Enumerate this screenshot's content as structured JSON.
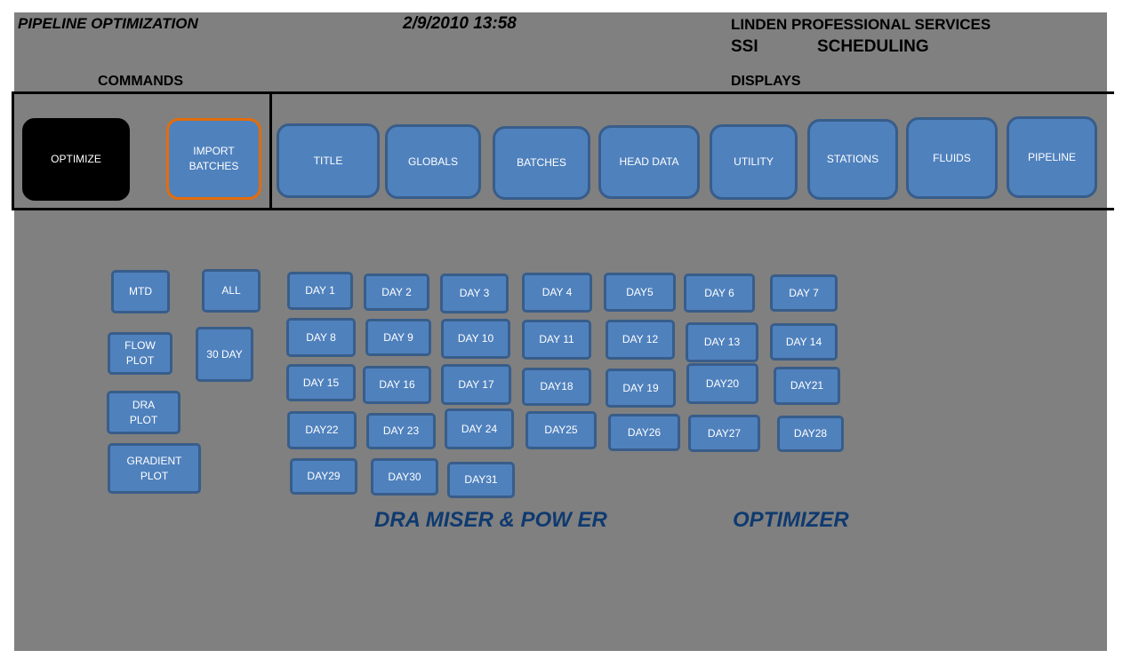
{
  "header": {
    "app_title": "PIPELINE OPTIMIZATION",
    "datetime": "2/9/2010 13:58",
    "company": "LINDEN PROFESSIONAL SERVICES",
    "ssi": "SSI",
    "scheduling": "SCHEDULING"
  },
  "sections": {
    "commands": "COMMANDS",
    "displays": "DISPLAYS"
  },
  "commands": {
    "optimize": "OPTIMIZE",
    "import_batches": "IMPORT\nBATCHES"
  },
  "displays": [
    "TITLE",
    "GLOBALS",
    "BATCHES",
    "HEAD DATA",
    "UTILITY",
    "STATIONS",
    "FLUIDS",
    "PIPELINE"
  ],
  "plots": {
    "mtd": "MTD",
    "all": "ALL",
    "flow_plot": "FLOW\nPLOT",
    "thirty_day": "30 DAY",
    "dra_plot": "DRA\nPLOT",
    "gradient_plot": "GRADIENT\nPLOT"
  },
  "days": [
    "DAY 1",
    "DAY 2",
    "DAY 3",
    "DAY 4",
    "DAY5",
    "DAY 6",
    "DAY 7",
    "DAY 8",
    "DAY 9",
    "DAY 10",
    "DAY 11",
    "DAY 12",
    "DAY 13",
    "DAY 14",
    "DAY 15",
    "DAY 16",
    "DAY 17",
    "DAY18",
    "DAY 19",
    "DAY20",
    "DAY21",
    "DAY22",
    "DAY 23",
    "DAY 24",
    "DAY25",
    "DAY26",
    "DAY27",
    "DAY28",
    "DAY29",
    "DAY30",
    "DAY31"
  ],
  "footer": {
    "left": "DRA MISER &  POW ER",
    "right": "OPTIMIZER"
  },
  "colors": {
    "background": "#808080",
    "button_fill": "#4f81bd",
    "button_border": "#385d8a",
    "optimize_fill": "#000000",
    "import_border": "#e46c0a",
    "footer_text": "#0f3a6f"
  }
}
